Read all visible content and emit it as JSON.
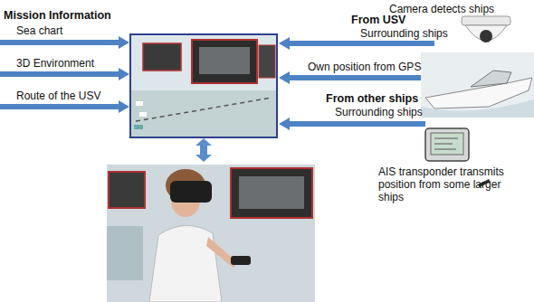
{
  "diagram": {
    "labels": [
      "Mission Information",
      "Sea chart",
      "3D Environment",
      "Route of the USV",
      "Camera detects ships",
      "From USV",
      "Surrounding ships",
      "Own position from GPS",
      "From other ships",
      "Surrounding ships",
      "AIS transponder transmits position from some larger ships"
    ]
  }
}
